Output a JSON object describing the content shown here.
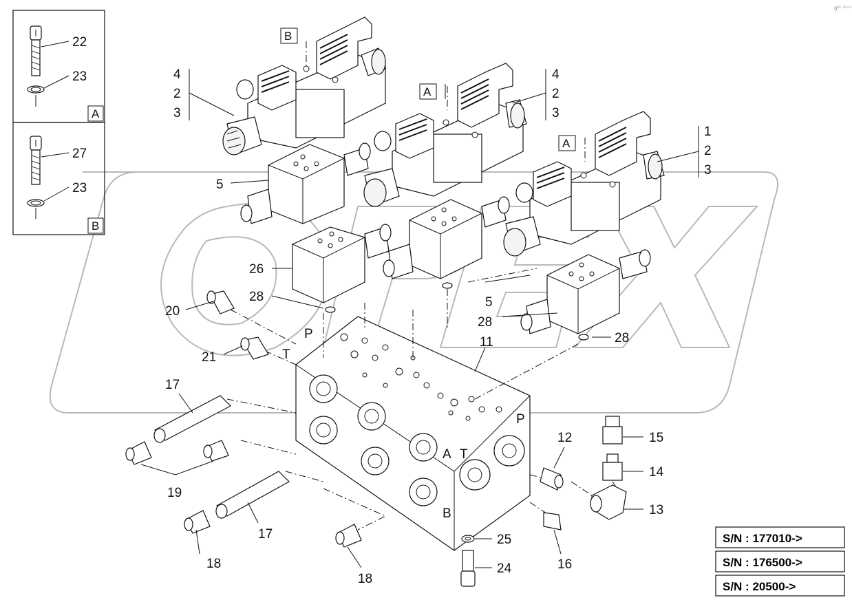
{
  "watermark_text": "OPEX",
  "corner_mark": "g²⁵ ²⁰⁴⁴",
  "insets": [
    {
      "id": "A",
      "label": "A",
      "callouts": [
        "22",
        "23"
      ]
    },
    {
      "id": "B",
      "label": "B",
      "callouts": [
        "27",
        "23"
      ]
    }
  ],
  "view_refs": [
    "B",
    "A",
    "A"
  ],
  "callouts": {
    "c1": "1",
    "c2a": "2",
    "c3a": "3",
    "c4b": "4",
    "c2b": "2",
    "c3b": "3",
    "c4c": "4",
    "c2c": "2",
    "c3c": "3",
    "c5a": "5",
    "c5b": "5",
    "c26": "26",
    "c28a": "28",
    "c28b": "28",
    "c28c": "28",
    "c20": "20",
    "c21": "21",
    "c11": "11",
    "c17a": "17",
    "c17b": "17",
    "c19": "19",
    "c18a": "18",
    "c18b": "18",
    "c12": "12",
    "c16": "16",
    "c15": "15",
    "c14": "14",
    "c13": "13",
    "c25": "25",
    "c24": "24"
  },
  "ports": {
    "P1": "P",
    "T1": "T",
    "P2": "P",
    "A": "A",
    "T2": "T",
    "B": "B"
  },
  "serial_numbers": [
    "S/N : 177010->",
    "S/N : 176500->",
    "S/N : 20500->"
  ]
}
